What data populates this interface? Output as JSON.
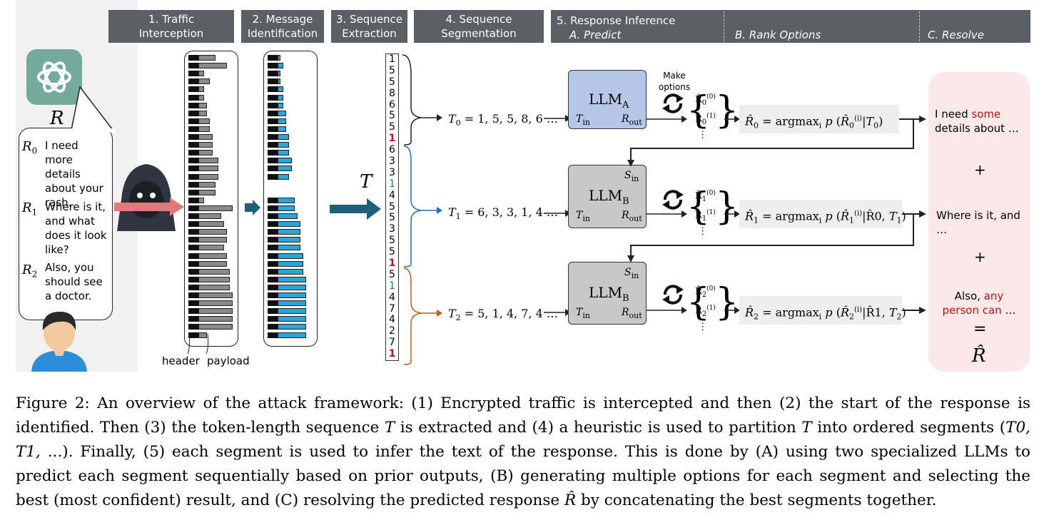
{
  "stages": [
    {
      "num": "1.",
      "line1": "Traffic",
      "line2": "Interception"
    },
    {
      "num": "2.",
      "line1": "Message",
      "line2": "Identification"
    },
    {
      "num": "3.",
      "line1": "Sequence",
      "line2": "Extraction"
    },
    {
      "num": "4.",
      "line1": "Sequence",
      "line2": "Segmentation"
    },
    {
      "num": "5.",
      "line1": "Response Inference",
      "sub_a": "A. Predict",
      "sub_b": "B. Rank Options",
      "sub_c": "C. Resolve"
    }
  ],
  "chat": {
    "speaker": "R",
    "responses": [
      {
        "label": "R",
        "index": "0",
        "text": "I need more details about your rash."
      },
      {
        "label": "R",
        "index": "1",
        "text": "Where is it, and what does it look like?"
      },
      {
        "label": "R",
        "index": "2",
        "text": "Also, you should see a doctor."
      }
    ]
  },
  "packets": {
    "header_label": "header",
    "payload_label": "payload",
    "stage1_payload_lengths": [
      6,
      10,
      2,
      4,
      2,
      2,
      3,
      3,
      4,
      4,
      5,
      5,
      5,
      7,
      7,
      7,
      6,
      6,
      2,
      12,
      8,
      9,
      10,
      10,
      9,
      10,
      10,
      11,
      11,
      11,
      12,
      12,
      12,
      12,
      12,
      3
    ],
    "stage2_payload_lengths": [
      1,
      2,
      1,
      1,
      2,
      2,
      2,
      3,
      3,
      3,
      4,
      4,
      4,
      5,
      5,
      4,
      null,
      null,
      6,
      6,
      7,
      8,
      8,
      8,
      8,
      9,
      9,
      9,
      10,
      10,
      10,
      10,
      10,
      10,
      10,
      10
    ]
  },
  "sequence": {
    "label": "T",
    "values": [
      "1",
      "5",
      "5",
      "8",
      "6",
      "5",
      "5",
      "1",
      "6",
      "3",
      "3",
      "1",
      "4",
      "5",
      "5",
      "3",
      "5",
      "5",
      "1",
      "5",
      "1",
      "4",
      "7",
      "4",
      "2",
      "7",
      "1"
    ],
    "red_indices": [
      7,
      18,
      26
    ],
    "blue_indices": [
      11,
      20
    ]
  },
  "segments": [
    {
      "name": "T",
      "idx": "0",
      "values": "1, 5, 5, 8, 6 …"
    },
    {
      "name": "T",
      "idx": "1",
      "values": "6, 3, 3, 1, 4 …"
    },
    {
      "name": "T",
      "idx": "2",
      "values": "5, 1, 4, 7, 4 …"
    }
  ],
  "llms": [
    {
      "name": "LLM",
      "sub": "A",
      "tin": "T",
      "tin_sub": "in",
      "rout": "R",
      "rout_sub": "out",
      "sin": ""
    },
    {
      "name": "LLM",
      "sub": "B",
      "tin": "T",
      "tin_sub": "in",
      "rout": "R",
      "rout_sub": "out",
      "sin": "S",
      "sin_sub": "in"
    },
    {
      "name": "LLM",
      "sub": "B",
      "tin": "T",
      "tin_sub": "in",
      "rout": "R",
      "rout_sub": "out",
      "sin": "S",
      "sin_sub": "in"
    }
  ],
  "make_options": "Make options",
  "formulas": [
    {
      "lhs_idx": "0",
      "cond": "T",
      "cond_idx": "0",
      "extra": ""
    },
    {
      "lhs_idx": "1",
      "cond": "T",
      "cond_idx": "1",
      "extra": "R̂0, "
    },
    {
      "lhs_idx": "2",
      "cond": "T",
      "cond_idx": "2",
      "extra": "R̂1, "
    }
  ],
  "formula_text": {
    "argmax": "argmax",
    "i": "i",
    "p": "p"
  },
  "outputs": [
    {
      "plain": "I need ",
      "red": "some",
      "plain2": " details about …"
    },
    {
      "plain": "Where is it, and …",
      "red": "",
      "plain2": ""
    },
    {
      "plain": "Also, ",
      "red": "any person can",
      "plain2": " …"
    }
  ],
  "plus": "+",
  "equals": "=",
  "result_symbol": "R̂",
  "caption": {
    "p1": "Figure 2: An overview of the attack framework: (1) Encrypted traffic is intercepted and then (2) the start of the response is identified. Then (3) the token-length sequence ",
    "T1": "T",
    "p2": " is extracted and (4) a heuristic is used to partition ",
    "T2": "T",
    "p3": " into ordered segments (",
    "seg": "T0, T1, ...",
    "p4": "). Finally, (5) each segment is used to infer the text of the response. This is done by (A) using two specialized LLMs to predict each segment sequentially based on prior outputs, (B) generating multiple options for each segment and selecting the best (most confident) result, and (C) resolving the predicted response ",
    "R": "R̂",
    "p5": " by concatenating the best segments together."
  },
  "colors": {
    "stage_bg": "#5b5f66",
    "llm_a": "#b4c7e7",
    "llm_b": "#c8c8c8",
    "payload_blue": "#2ea3d6",
    "arrow_blue": "#1f5f7a",
    "arrow_red": "#e07a7a",
    "red_text": "#b5121b",
    "seg_blue": "#1f6fb8",
    "seg_orange": "#c65a11",
    "result_bg": "#fbe9e7"
  }
}
